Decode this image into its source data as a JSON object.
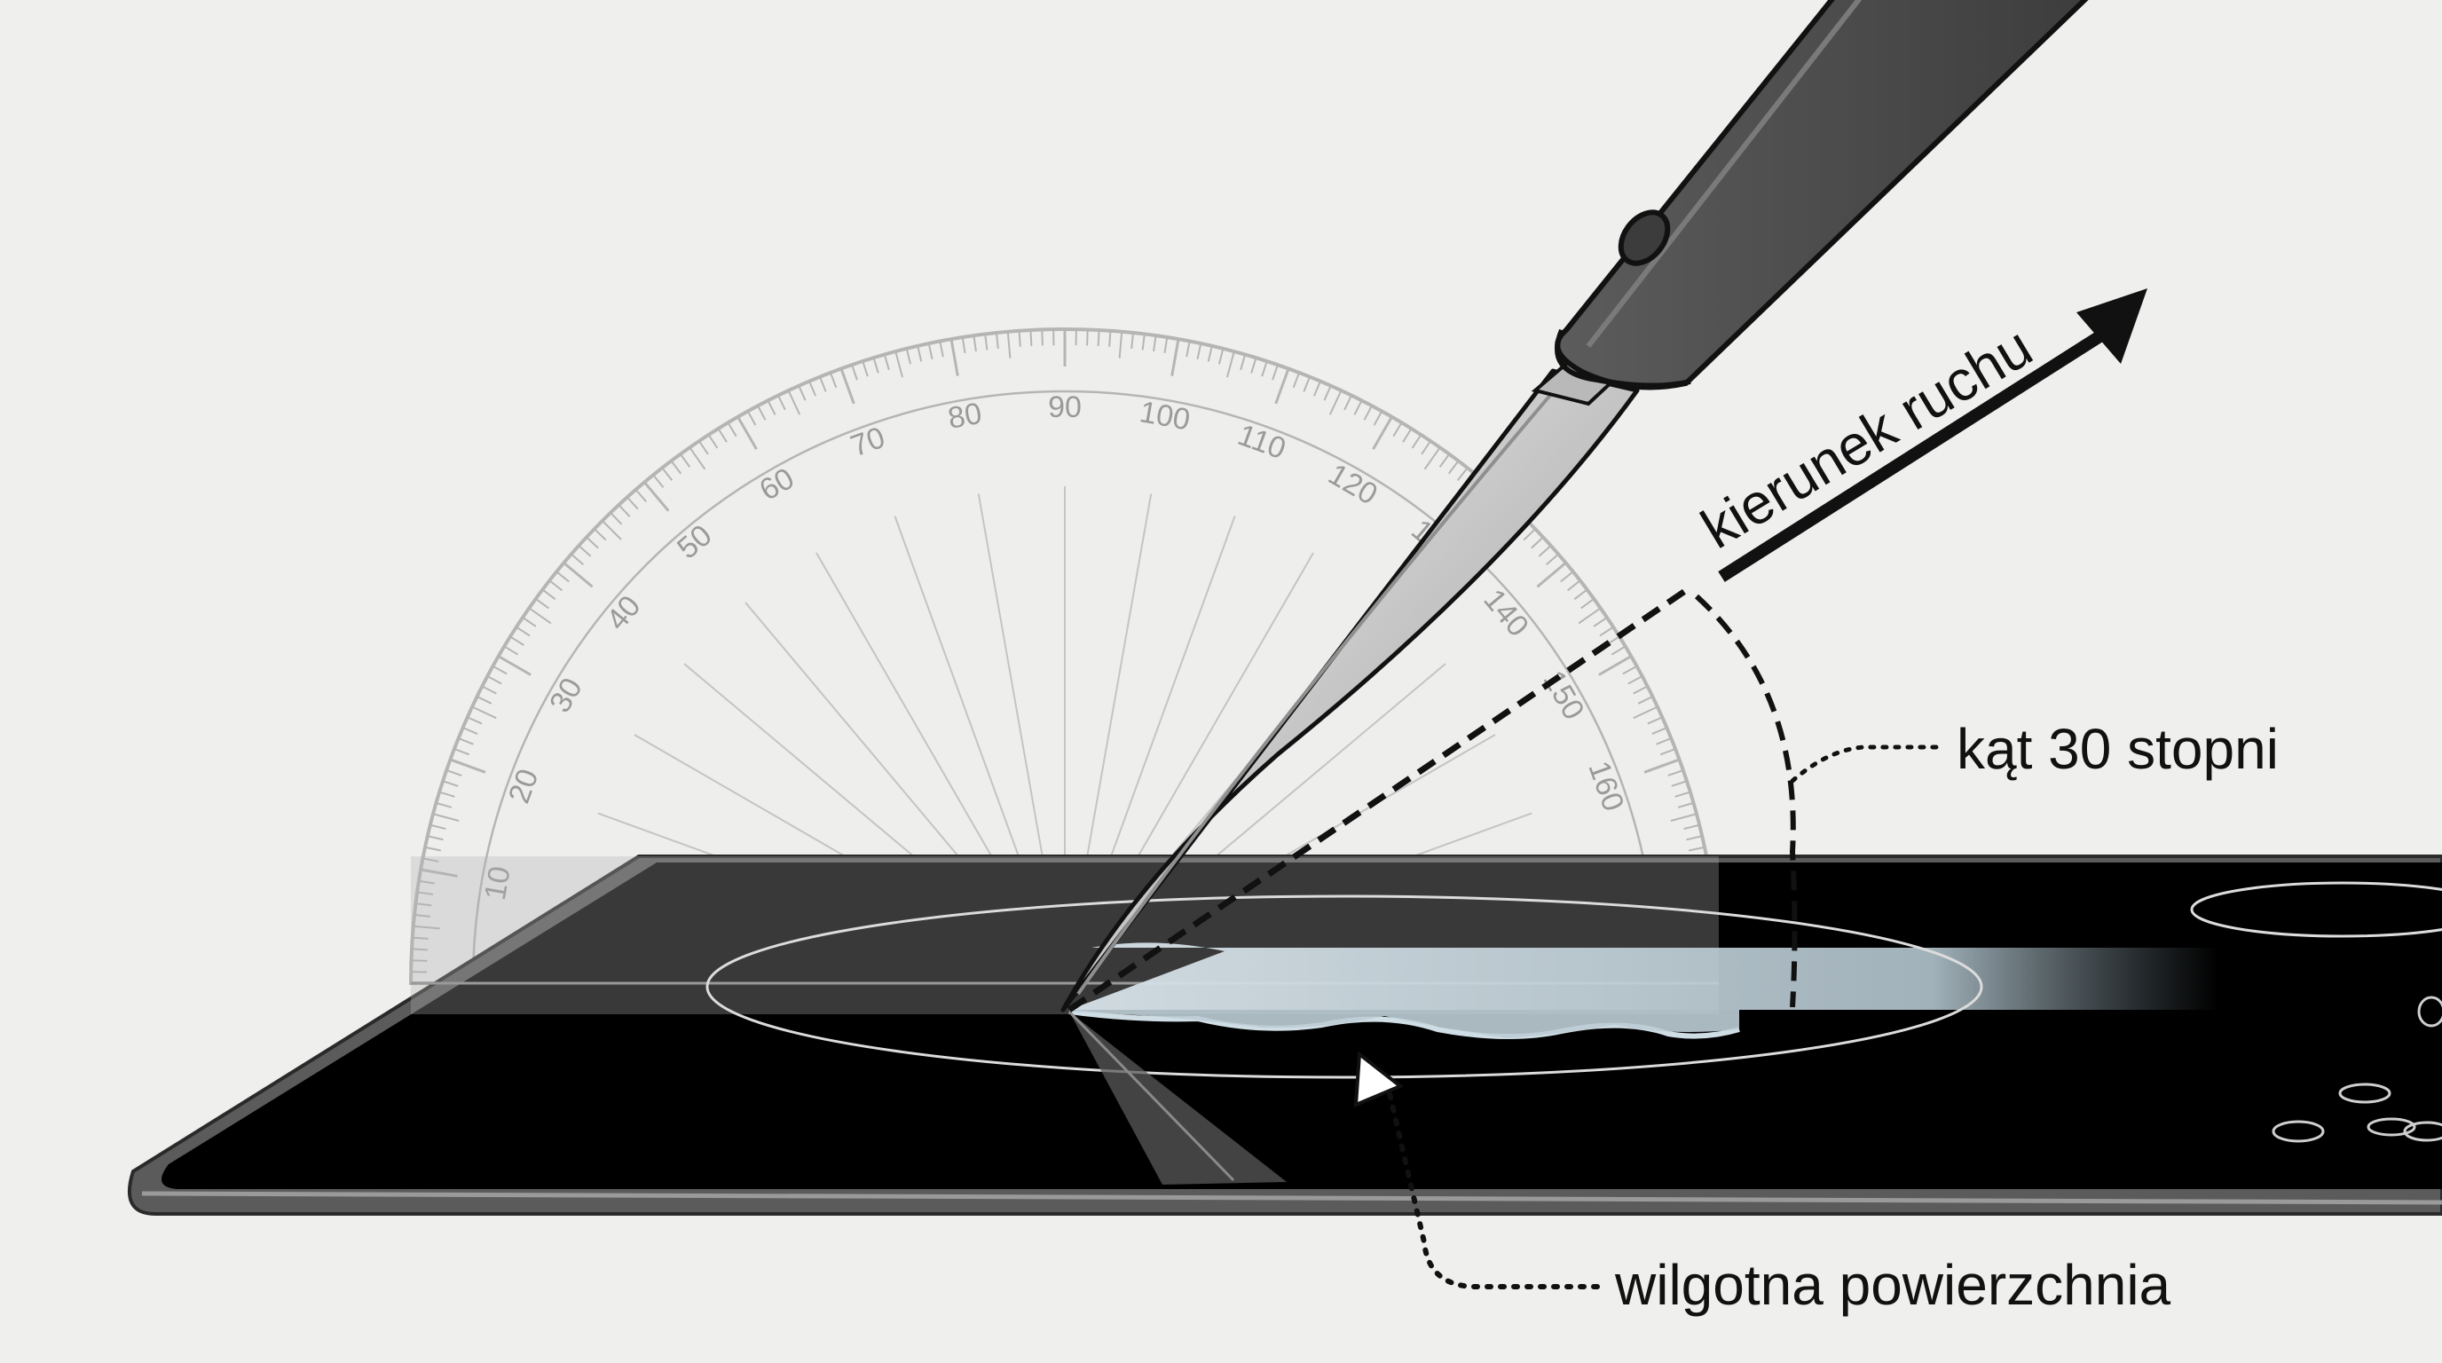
{
  "labels": {
    "direction": "kierunek ruchu",
    "angle": "kąt 30 stopni",
    "surface": "wilgotna powierzchnia"
  },
  "protractor": {
    "min": 0,
    "max": 180,
    "label_step": 10,
    "tick_step": 1
  },
  "angle_value_degrees": 30,
  "colors": {
    "background": "#efefed",
    "stone": "#000000",
    "stone_rim": "#4a4a4a",
    "knife_handle": "#4b4b4b",
    "blade": "#cfcfcf",
    "water": "#c7d6de",
    "protractor": "#b5b5b5",
    "ink": "#111111"
  }
}
